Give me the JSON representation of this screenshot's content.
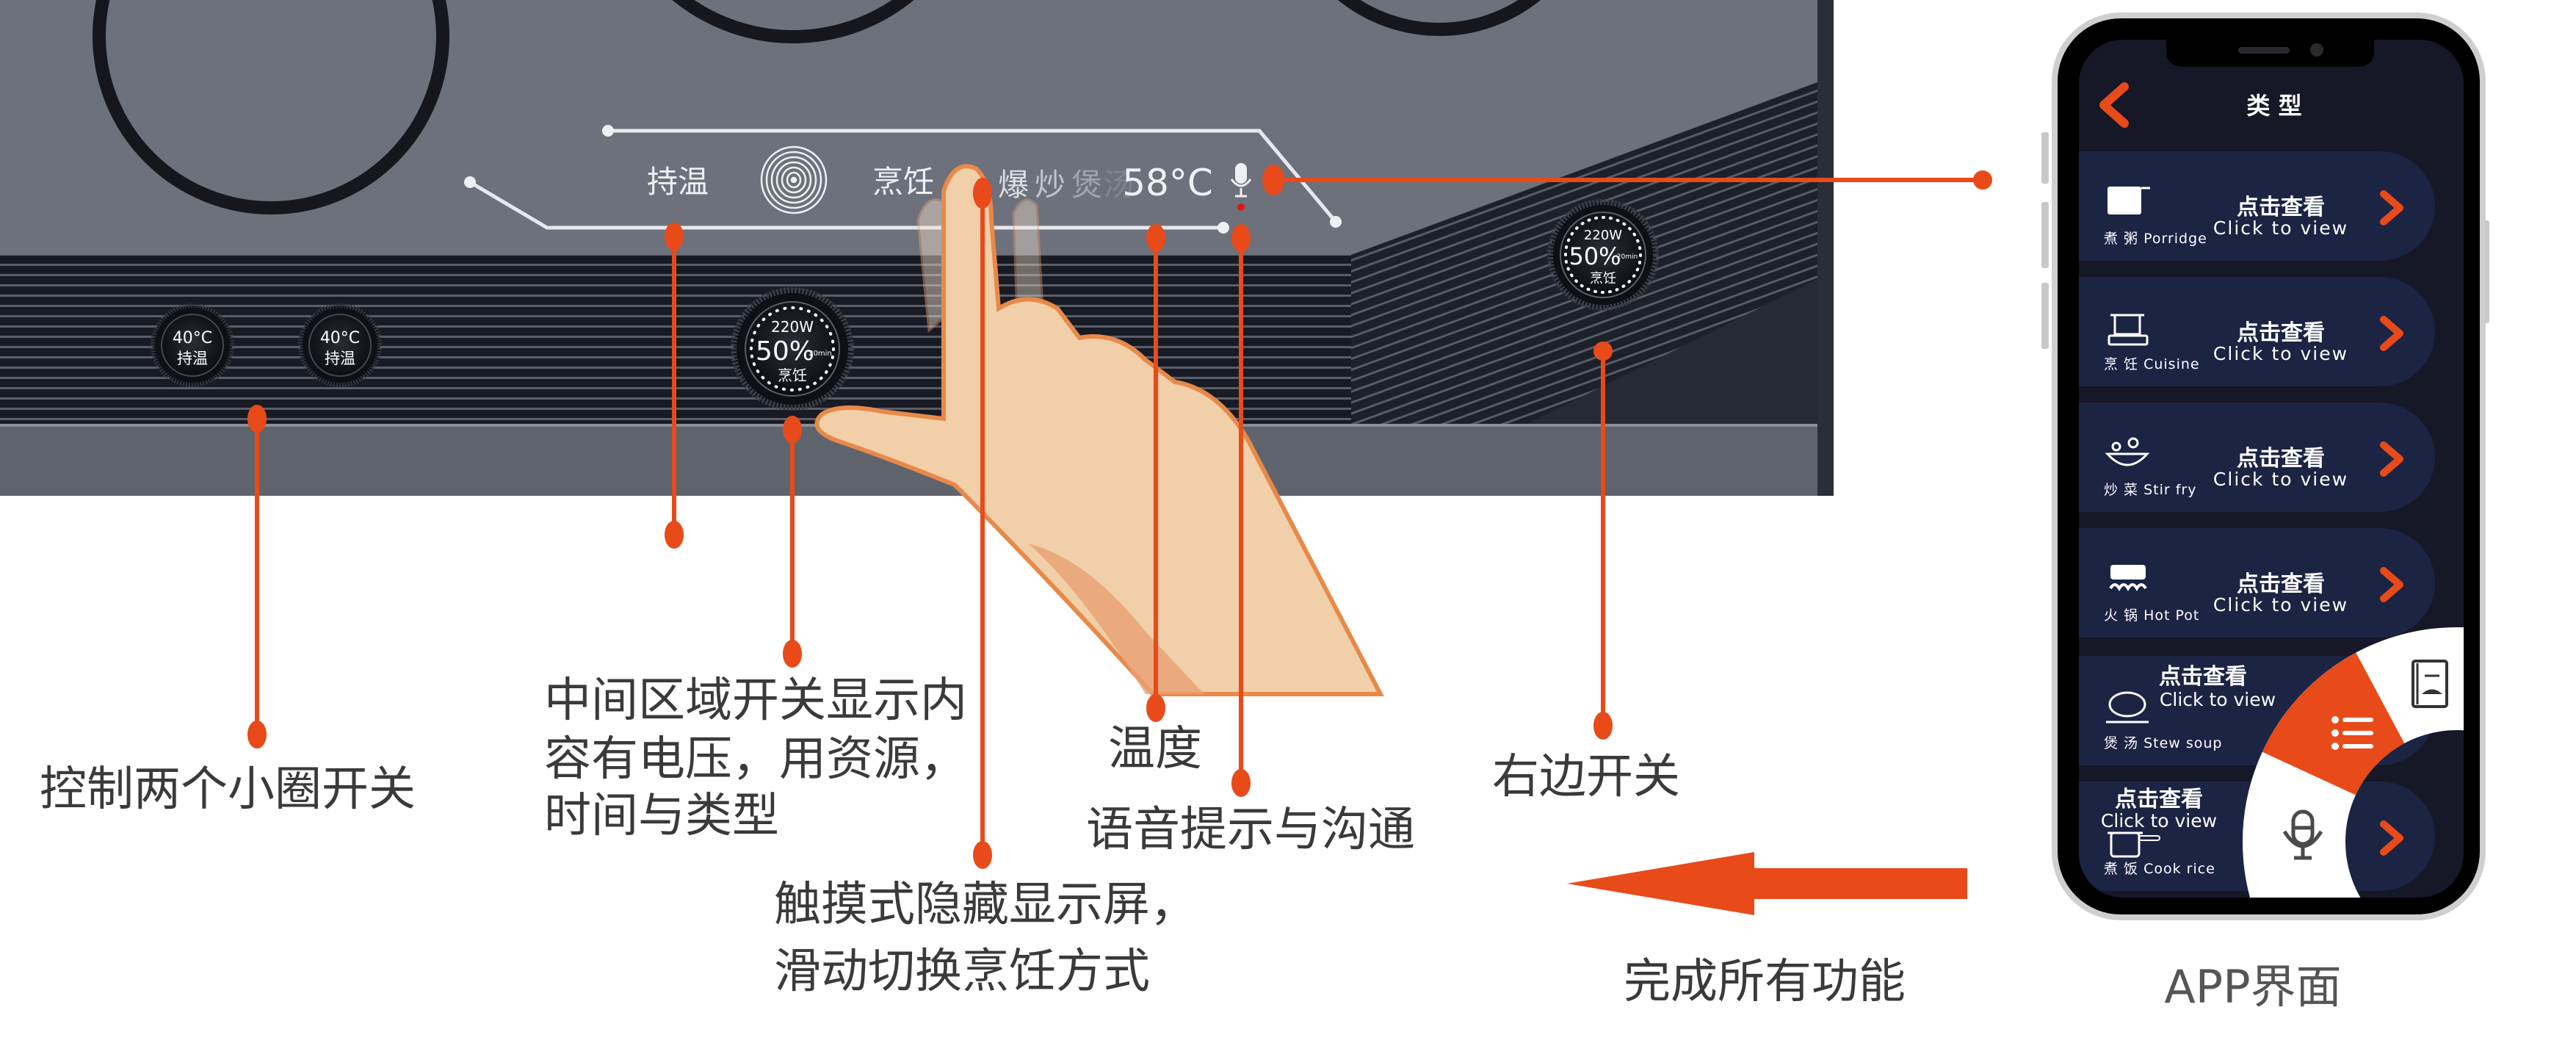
{
  "colors": {
    "accent": "#e84a1a",
    "stove_surface": "#6d717b",
    "stove_ribbed": "#1b1e27",
    "app_bg": "#161827",
    "app_row": "#1c2444",
    "label_text": "#3a3a3a"
  },
  "stove": {
    "display": {
      "keep_warm": "持温",
      "cooking": "烹饪",
      "modes": [
        "爆",
        "炒",
        "煲",
        "汤"
      ],
      "temperature": "58°C",
      "icons": [
        "spiral-burner-icon",
        "microphone-icon"
      ]
    },
    "knobs": {
      "left_1": {
        "temp": "40°C",
        "mode": "持温"
      },
      "left_2": {
        "temp": "40°C",
        "mode": "持温"
      },
      "center": {
        "power": "220W",
        "percent": "50%",
        "time": "20min",
        "mode": "烹饪"
      },
      "right": {
        "power": "220W",
        "percent": "50%",
        "time": "20min",
        "mode": "烹饪"
      }
    }
  },
  "annotations": {
    "small_knobs": "控制两个小圈开关",
    "center_area": [
      "中间区域开关显示内",
      "容有电压，用资源，",
      "时间与类型"
    ],
    "temperature": "温度",
    "voice": "语音提示与沟通",
    "touch_screen": [
      "触摸式隐藏显示屏，",
      "滑动切换烹饪方式"
    ],
    "right_switch": "右边开关",
    "complete_all": "完成所有功能"
  },
  "app": {
    "title": "类 型",
    "back_icon": "chevron-left-icon",
    "items": [
      {
        "name": "煮 粥  Porridge",
        "action_cn": "点击查看",
        "action_en": "Click to view",
        "icon": "porridge-pot-icon"
      },
      {
        "name": "烹 饪  Cuisine",
        "action_cn": "点击查看",
        "action_en": "Click to view",
        "icon": "cooking-stove-icon"
      },
      {
        "name": "炒 菜  Stir fry",
        "action_cn": "点击查看",
        "action_en": "Click to view",
        "icon": "wok-icon"
      },
      {
        "name": "火 锅  Hot Pot",
        "action_cn": "点击查看",
        "action_en": "Click to view",
        "icon": "hot-pot-icon"
      },
      {
        "name": "煲 汤  Stew soup",
        "action_cn": "点击查看",
        "action_en": "Click to view",
        "icon": "soup-pot-icon"
      },
      {
        "name": "煮 饭  Cook rice",
        "action_cn": "点击查看",
        "action_en": "Click to view",
        "icon": "rice-pot-icon"
      }
    ],
    "fan_menu": [
      "recipe-book-icon",
      "list-icon",
      "microphone-icon"
    ],
    "fan_menu_active": "list-icon"
  },
  "caption": "APP界面"
}
